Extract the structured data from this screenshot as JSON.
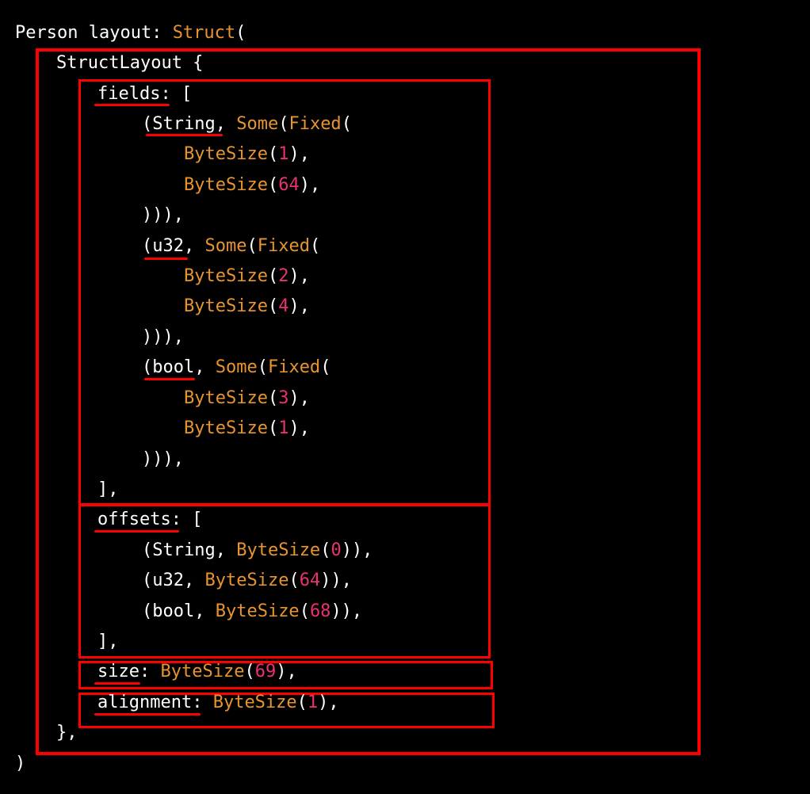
{
  "colors": {
    "background": "#000000",
    "plain": "#ffffff",
    "type": "#e8952f",
    "number": "#e8336e",
    "highlight": "#ff0000"
  },
  "code_lines": [
    [
      {
        "t": "Person layout: ",
        "c": "plain"
      },
      {
        "t": "Struct",
        "c": "type"
      },
      {
        "t": "(",
        "c": "plain"
      }
    ],
    [
      {
        "t": "StructLayout {",
        "c": "plain"
      }
    ],
    [
      {
        "t": "fields: [",
        "c": "plain"
      }
    ],
    [
      {
        "t": "(String, ",
        "c": "plain"
      },
      {
        "t": "Some",
        "c": "type"
      },
      {
        "t": "(",
        "c": "plain"
      },
      {
        "t": "Fixed",
        "c": "type"
      },
      {
        "t": "(",
        "c": "plain"
      }
    ],
    [
      {
        "t": "ByteSize",
        "c": "type"
      },
      {
        "t": "(",
        "c": "plain"
      },
      {
        "t": "1",
        "c": "number"
      },
      {
        "t": "),",
        "c": "plain"
      }
    ],
    [
      {
        "t": "ByteSize",
        "c": "type"
      },
      {
        "t": "(",
        "c": "plain"
      },
      {
        "t": "64",
        "c": "number"
      },
      {
        "t": "),",
        "c": "plain"
      }
    ],
    [
      {
        "t": "))),",
        "c": "plain"
      }
    ],
    [
      {
        "t": "(u32, ",
        "c": "plain"
      },
      {
        "t": "Some",
        "c": "type"
      },
      {
        "t": "(",
        "c": "plain"
      },
      {
        "t": "Fixed",
        "c": "type"
      },
      {
        "t": "(",
        "c": "plain"
      }
    ],
    [
      {
        "t": "ByteSize",
        "c": "type"
      },
      {
        "t": "(",
        "c": "plain"
      },
      {
        "t": "2",
        "c": "number"
      },
      {
        "t": "),",
        "c": "plain"
      }
    ],
    [
      {
        "t": "ByteSize",
        "c": "type"
      },
      {
        "t": "(",
        "c": "plain"
      },
      {
        "t": "4",
        "c": "number"
      },
      {
        "t": "),",
        "c": "plain"
      }
    ],
    [
      {
        "t": "))),",
        "c": "plain"
      }
    ],
    [
      {
        "t": "(bool, ",
        "c": "plain"
      },
      {
        "t": "Some",
        "c": "type"
      },
      {
        "t": "(",
        "c": "plain"
      },
      {
        "t": "Fixed",
        "c": "type"
      },
      {
        "t": "(",
        "c": "plain"
      }
    ],
    [
      {
        "t": "ByteSize",
        "c": "type"
      },
      {
        "t": "(",
        "c": "plain"
      },
      {
        "t": "3",
        "c": "number"
      },
      {
        "t": "),",
        "c": "plain"
      }
    ],
    [
      {
        "t": "ByteSize",
        "c": "type"
      },
      {
        "t": "(",
        "c": "plain"
      },
      {
        "t": "1",
        "c": "number"
      },
      {
        "t": "),",
        "c": "plain"
      }
    ],
    [
      {
        "t": "))),",
        "c": "plain"
      }
    ],
    [
      {
        "t": "],",
        "c": "plain"
      }
    ],
    [
      {
        "t": "offsets: [",
        "c": "plain"
      }
    ],
    [
      {
        "t": "(String, ",
        "c": "plain"
      },
      {
        "t": "ByteSize",
        "c": "type"
      },
      {
        "t": "(",
        "c": "plain"
      },
      {
        "t": "0",
        "c": "number"
      },
      {
        "t": ")),",
        "c": "plain"
      }
    ],
    [
      {
        "t": "(u32, ",
        "c": "plain"
      },
      {
        "t": "ByteSize",
        "c": "type"
      },
      {
        "t": "(",
        "c": "plain"
      },
      {
        "t": "64",
        "c": "number"
      },
      {
        "t": ")),",
        "c": "plain"
      }
    ],
    [
      {
        "t": "(bool, ",
        "c": "plain"
      },
      {
        "t": "ByteSize",
        "c": "type"
      },
      {
        "t": "(",
        "c": "plain"
      },
      {
        "t": "68",
        "c": "number"
      },
      {
        "t": ")),",
        "c": "plain"
      }
    ],
    [
      {
        "t": "],",
        "c": "plain"
      }
    ],
    [
      {
        "t": "size: ",
        "c": "plain"
      },
      {
        "t": "ByteSize",
        "c": "type"
      },
      {
        "t": "(",
        "c": "plain"
      },
      {
        "t": "69",
        "c": "number"
      },
      {
        "t": "),",
        "c": "plain"
      }
    ],
    [
      {
        "t": "alignment: ",
        "c": "plain"
      },
      {
        "t": "ByteSize",
        "c": "type"
      },
      {
        "t": "(",
        "c": "plain"
      },
      {
        "t": "1",
        "c": "number"
      },
      {
        "t": "),",
        "c": "plain"
      }
    ],
    [
      {
        "t": "},",
        "c": "plain"
      }
    ],
    [
      {
        "t": ")",
        "c": "plain"
      }
    ]
  ]
}
